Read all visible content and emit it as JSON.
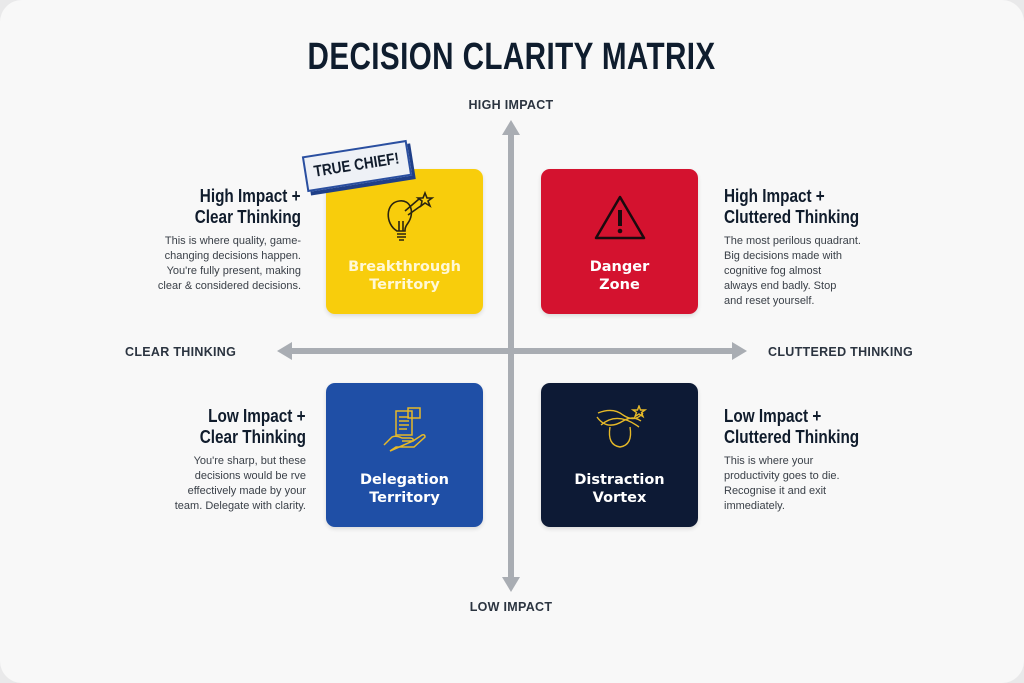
{
  "title": "DECISION CLARITY MATRIX",
  "axes": {
    "top": "HIGH IMPACT",
    "bottom": "LOW IMPACT",
    "left": "CLEAR THINKING",
    "right": "CLUTTERED THINKING"
  },
  "badge": "TRUE CHIEF!",
  "quadrants": [
    {
      "name": "Breakthrough Territory",
      "line1": "Breakthrough",
      "line2": "Territory",
      "color": "#f8cd0c",
      "icon": "lightbulb-star-icon",
      "heading1": "High Impact +",
      "heading2": "Clear Thinking",
      "body": [
        "This is where quality, game-",
        "changing decisions happen.",
        "You're fully present, making",
        "clear & considered decisions."
      ]
    },
    {
      "name": "Danger Zone",
      "line1": "Danger",
      "line2": "Zone",
      "color": "#d4122f",
      "icon": "warning-triangle-icon",
      "heading1": "High Impact +",
      "heading2": "Cluttered Thinking",
      "body": [
        "The most perilous quadrant.",
        "Big decisions made with",
        "cognitive fog almost",
        "always end badly. Stop",
        "and reset yourself."
      ]
    },
    {
      "name": "Delegation Territory",
      "line1": "Delegation",
      "line2": "Territory",
      "color": "#1f4fa6",
      "icon": "hand-document-icon",
      "heading1": "Low Impact +",
      "heading2": "Clear Thinking",
      "body": [
        "You're sharp, but these",
        "decisions would be rve",
        "effectively made by your",
        "team. Delegate with clarity."
      ]
    },
    {
      "name": "Distraction Vortex",
      "line1": "Distraction",
      "line2": "Vortex",
      "color": "#0d1a35",
      "icon": "dizzy-head-icon",
      "heading1": "Low Impact +",
      "heading2": "Cluttered Thinking",
      "body": [
        "This is where your",
        "productivity goes to die.",
        "Recognise it and exit",
        "immediately."
      ]
    }
  ]
}
